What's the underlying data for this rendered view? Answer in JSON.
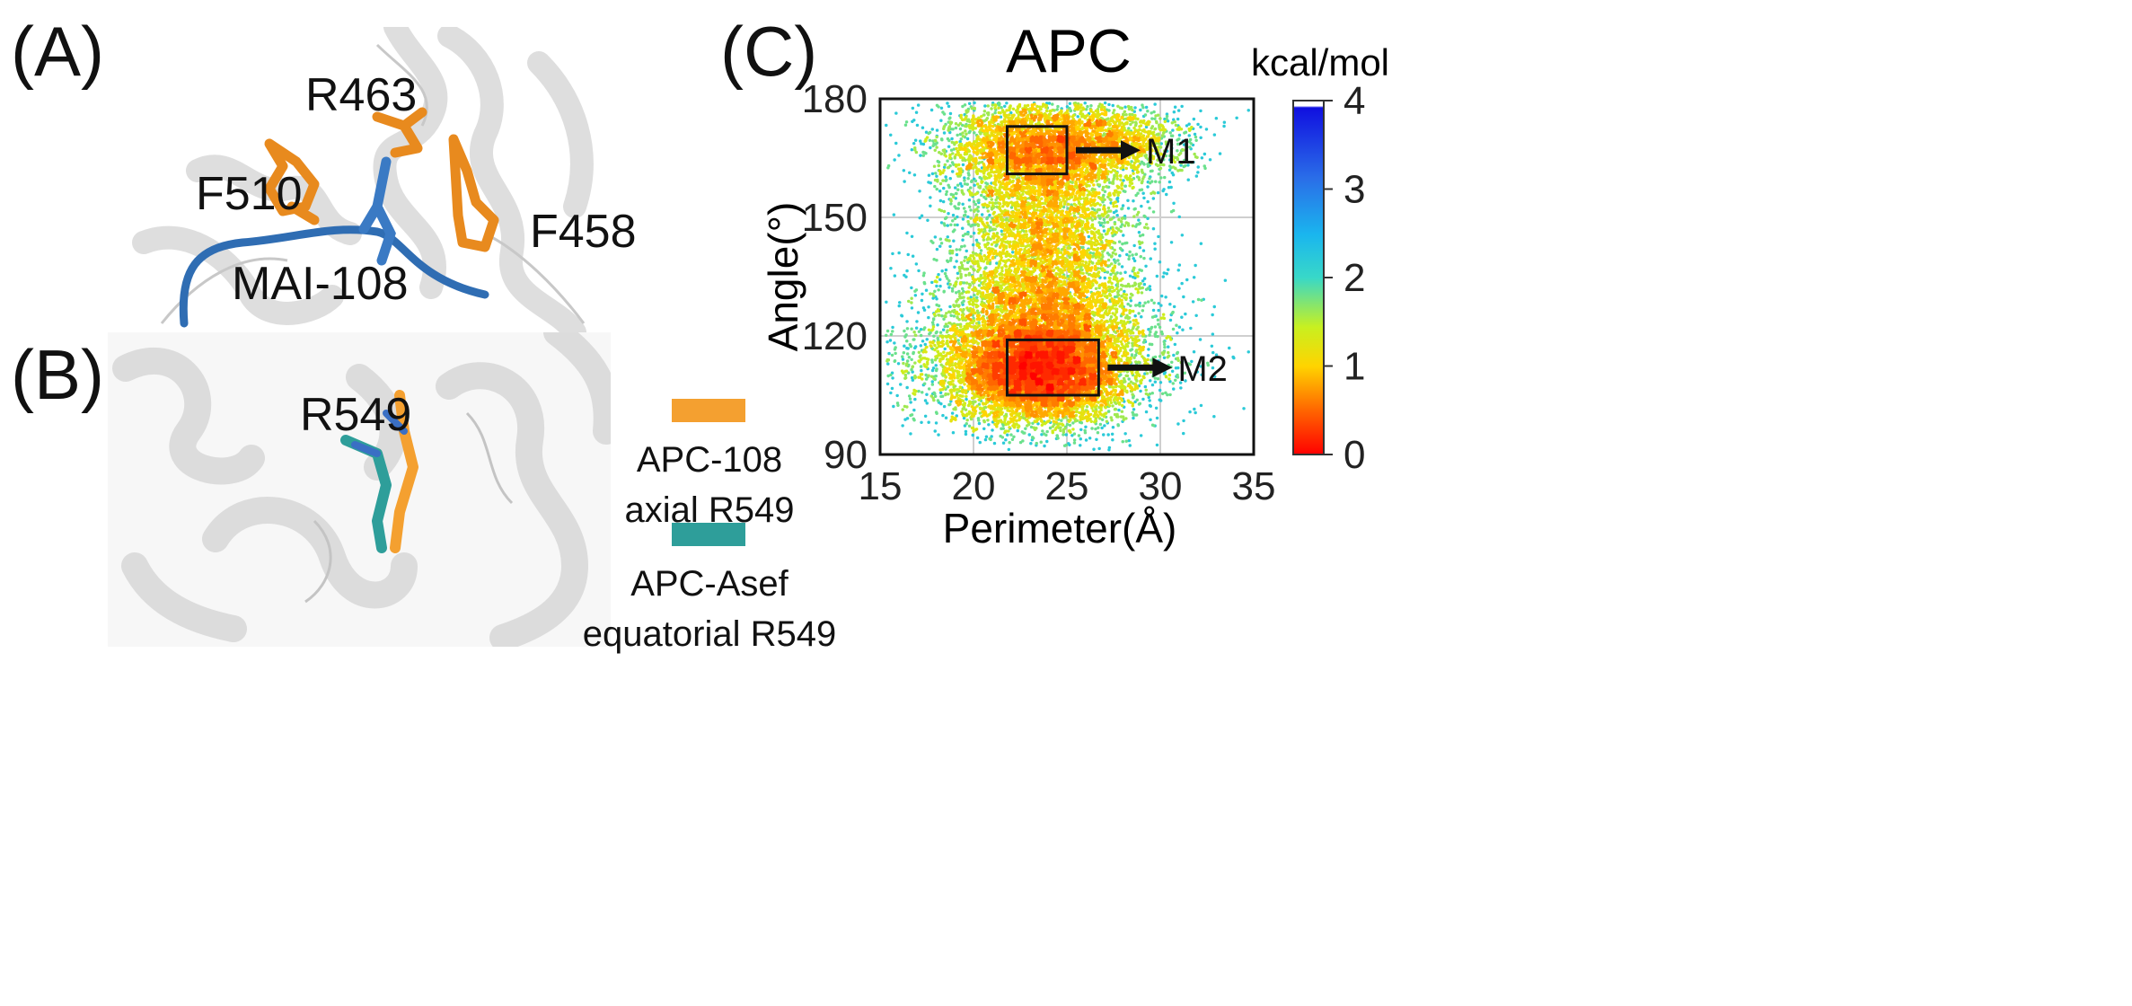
{
  "panels": {
    "a": {
      "label": "(A)",
      "residues": [
        "R463",
        "F510",
        "F458",
        "MAI-108"
      ]
    },
    "b": {
      "label": "(B)",
      "residues": [
        "R549"
      ]
    },
    "c": {
      "label": "(C)"
    }
  },
  "legend": [
    {
      "line1": "APC-108",
      "line2": "axial R549",
      "color": "#f4a030"
    },
    {
      "line1": "APC-Asef",
      "line2": "equatorial R549",
      "color": "#2e9e9a"
    }
  ],
  "colors": {
    "protein": "#e2e2e2",
    "ligand": "#2f6db3",
    "orange": "#e88a1e",
    "teal": "#2e9e9a"
  },
  "chart_data": {
    "type": "scatter",
    "title": "APC",
    "xlabel": "Perimeter(Å)",
    "ylabel": "Angle(°)",
    "xlim": [
      15,
      35
    ],
    "ylim": [
      90,
      180
    ],
    "xticks": [
      "15",
      "20",
      "25",
      "30",
      "35"
    ],
    "yticks": [
      "90",
      "120",
      "150",
      "180"
    ],
    "grid": true,
    "colorbar": {
      "label": "kcal/mol",
      "range": [
        0,
        4
      ],
      "ticks": [
        "0",
        "1",
        "2",
        "3",
        "4"
      ]
    },
    "clusters": [
      {
        "cx": 23.6,
        "cy": 111,
        "sx": 2.3,
        "sy": 6.5,
        "n": 6500
      },
      {
        "cx": 23.8,
        "cy": 128,
        "sx": 2.6,
        "sy": 9,
        "n": 3500
      },
      {
        "cx": 23.8,
        "cy": 150,
        "sx": 2.3,
        "sy": 9,
        "n": 2500
      },
      {
        "cx": 23.8,
        "cy": 168,
        "sx": 2.8,
        "sy": 6,
        "n": 3500
      },
      {
        "cx": 23.0,
        "cy": 114,
        "sx": 4.2,
        "sy": 8,
        "n": 1700
      },
      {
        "cx": 27.5,
        "cy": 168,
        "sx": 2.2,
        "sy": 5,
        "n": 800
      }
    ],
    "boxes": [
      {
        "name": "M1",
        "x0": 21.8,
        "x1": 25.0,
        "y0": 161,
        "y1": 173
      },
      {
        "name": "M2",
        "x0": 21.8,
        "x1": 26.7,
        "y0": 105,
        "y1": 119
      }
    ]
  }
}
